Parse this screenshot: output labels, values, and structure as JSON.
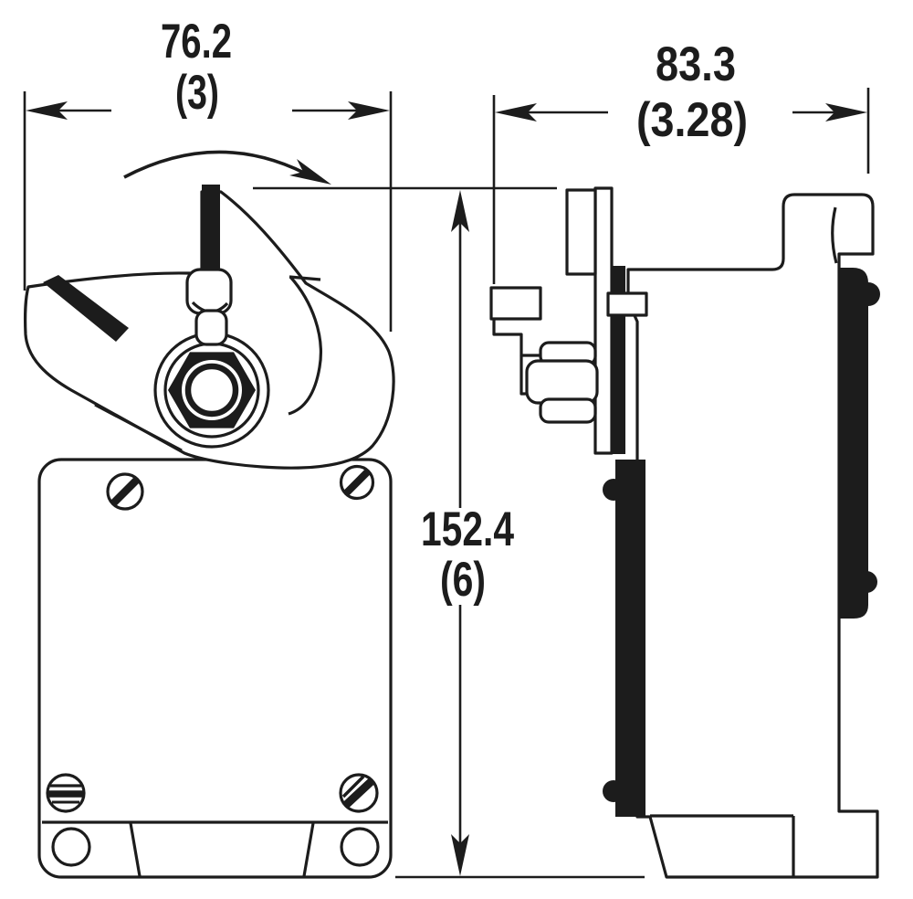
{
  "colors": {
    "line": "#1c1c1c",
    "background": "#ffffff"
  },
  "dimensions": {
    "front_width": {
      "mm": "76.2",
      "inches": "(3)"
    },
    "side_depth": {
      "mm": "83.3",
      "inches": "(3.28)"
    },
    "height": {
      "mm": "152.4",
      "inches": "(6)"
    }
  }
}
